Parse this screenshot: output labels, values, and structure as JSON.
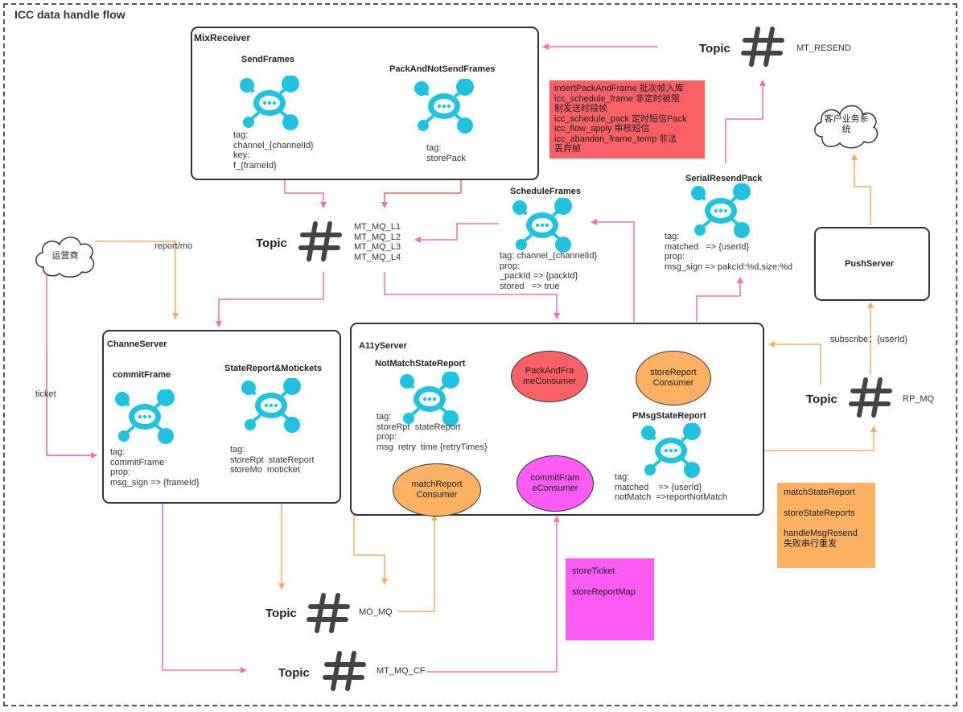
{
  "title": "ICC data handle flow",
  "boxes": {
    "mix": {
      "title": "MixReceiver",
      "send_frames": "SendFrames",
      "send_frames_tags": "tag:\nchannel_{channelId}\nkey:\nf_{frameId}",
      "pack_not_send": "PackAndNotSendFrames",
      "pack_not_send_tags": "tag:\nstorePack"
    },
    "channel": {
      "title": "ChanneServer",
      "commit_frame": "commitFrame",
      "commit_frame_tags": "tag:\ncommitFrame\nprop:\nmsg_sign => {frameId}",
      "state_report": "StateReport&Motickets",
      "state_report_tags": "tag:\nstoreRpt  stateReport\nstoreMo  moticket"
    },
    "a11y": {
      "title": "A11yServer",
      "not_match": "NotMatchStateReport",
      "not_match_tags": "tag:\nstoreRpt  stateReport\nprop:\nmsg  retry  time {retryTimes}",
      "pmsg": "PMsgStateReport",
      "pmsg_tags": "tag:\nmatched    => {userId}\nnotMatch  =>reportNotMatch"
    },
    "push": {
      "title": "PushServer"
    }
  },
  "schedule_frames": {
    "title": "ScheduleFrames",
    "tags": "tag: channel_{channelId}\nprop:\n_packId => {packId}\nstored   => true"
  },
  "serial_resend": {
    "title": "SerialResendPack",
    "tags": "tag:\nmatched   => {userId}\nprop:\nmsg_sign => pakcId:%d,size:%d"
  },
  "ellipses": {
    "pack_frame": "PackAndFra\nmeConsumer",
    "store_report": "storeReport\nConsumer",
    "match_report": "matchReport\nConsumer",
    "commit_frame": "commitFram\neConsumer"
  },
  "topics": {
    "label": "Topic",
    "mt_resend": "MT_RESEND",
    "mt_mq": "MT_MQ_L1\nMT_MQ_L2\nMT_MQ_L3\nMT_MQ_L4",
    "rp_mq": "RP_MQ",
    "mo_mq": "MO_MQ",
    "mt_mq_cf": "MT_MQ_CF"
  },
  "clouds": {
    "operator": "运营商",
    "customer": "客户业务系\n统"
  },
  "edge_labels": {
    "report_mo": "report/mo",
    "ticket": "ticket",
    "subscribe": "subscribe：{userId}"
  },
  "notes": {
    "red": "insertPackAndFrame 批次帧入库\nicc_schedule_frame 非定时被限\n制发送时段帧\nicc_schedule_pack 定时短信Pack\nicc_flow_apply 审核短信\nicc_abandon_frame_temp 非法\n丢弃帧",
    "orange": [
      "matchStateReport",
      "storeStateReports",
      "handleMsgResend\n失败串行重发"
    ],
    "pink": [
      "storeTicket",
      "storeReportMap"
    ]
  },
  "colors": {
    "pink_line": "#f06fb6",
    "orange_line": "#f5ad5f",
    "node_blue": "#1fc3e0",
    "note_red": "#fb6066",
    "note_orange": "#ffb163",
    "note_pink": "#fd5cf4",
    "ellipse_red": "#fb6066",
    "ellipse_orange": "#ffb163",
    "ellipse_pink": "#fd5cf4"
  }
}
